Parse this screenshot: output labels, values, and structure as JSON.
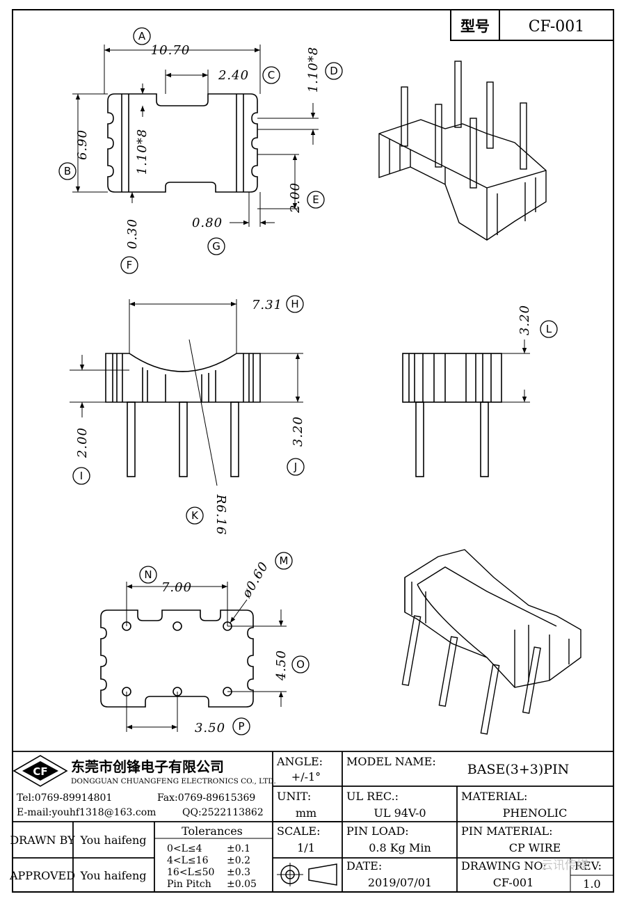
{
  "header": {
    "model_label": "型号",
    "model_value": "CF-001"
  },
  "callouts": {
    "A": "A",
    "B": "B",
    "C": "C",
    "D": "D",
    "E": "E",
    "F": "F",
    "G": "G",
    "H": "H",
    "I": "I",
    "J": "J",
    "K": "K",
    "L": "L",
    "M": "M",
    "N": "N",
    "O": "O",
    "P": "P"
  },
  "dimensions": {
    "top_width": "10.70",
    "top_height": "6.90",
    "slot_width": "2.40",
    "notch_1": "1.10*8",
    "notch_2": "1.10*8",
    "pitch_side": "2.00",
    "inset": "0.80",
    "offset": "0.30",
    "front_width": "7.31",
    "front_pin": "2.00",
    "front_height": "3.20",
    "radius": "R6.16",
    "side_height": "3.20",
    "pin_pitch_x": "7.00",
    "pin_dia": "ø0.60",
    "pin_pitch_y": "4.50",
    "pin_pitch_bottom": "3.50"
  },
  "company": {
    "logo": "CF",
    "name_cn": "东莞市创锋电子有限公司",
    "name_en": "DONGGUAN CHUANGFENG ELECTRONICS CO., LTD.",
    "tel": "Tel:0769-89914801",
    "fax": "Fax:0769-89615369",
    "email": "E-mail:youhf1318@163.com",
    "qq": "QQ:2522113862"
  },
  "title_block": {
    "angle_label": "ANGLE:",
    "angle_value": "+/-1°",
    "model_name_label": "MODEL NAME:",
    "model_name_value": "BASE(3+3)PIN",
    "unit_label": "UNIT:",
    "unit_value": "mm",
    "ul_label": "UL REC.:",
    "ul_value": "UL 94V-0",
    "material_label": "MATERIAL:",
    "material_value": "PHENOLIC",
    "drawn_label": "DRAWN BY",
    "drawn_value": "You haifeng",
    "approved_label": "APPROVED",
    "approved_value": "You haifeng",
    "tolerances_label": "Tolerances",
    "tolerances": [
      {
        "range": "0<L≤4",
        "tol": "±0.1"
      },
      {
        "range": "4<L≤16",
        "tol": "±0.2"
      },
      {
        "range": "16<L≤50",
        "tol": "±0.3"
      },
      {
        "range": "Pin Pitch",
        "tol": "±0.05"
      }
    ],
    "scale_label": "SCALE:",
    "scale_value": "1/1",
    "pin_load_label": "PIN LOAD:",
    "pin_load_value": "0.8 Kg Min",
    "pin_material_label": "PIN MATERIAL:",
    "pin_material_value": "CP WIRE",
    "date_label": "DATE:",
    "date_value": "2019/07/01",
    "drawing_no_label": "DRAWING NO:",
    "drawing_no_value": "CF-001",
    "rev_label": "REV:",
    "rev_value": "1.0",
    "watermark": "云讯传媒"
  }
}
